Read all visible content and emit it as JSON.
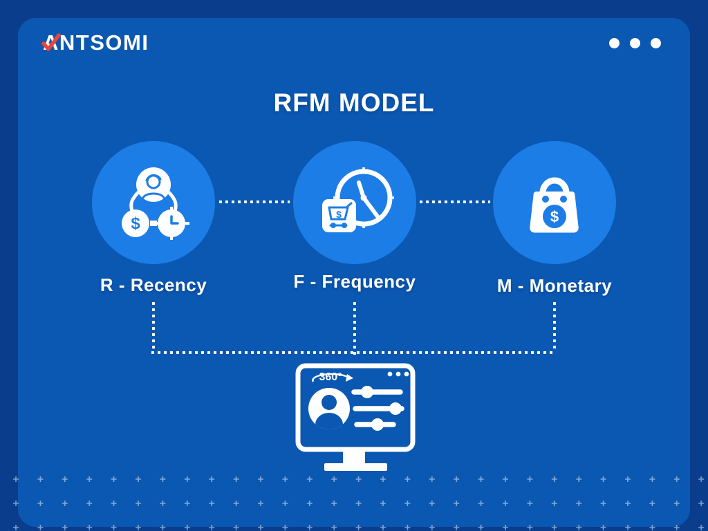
{
  "brand": {
    "name": "ANTSOMI",
    "logo_accent_icon": "red-checkmark-icon"
  },
  "header": {
    "menu_icon": "ellipsis-menu-icon"
  },
  "title": "RFM MODEL",
  "nodes": [
    {
      "key": "R",
      "label": "R - Recency",
      "icon": "customer-dollar-clock-icon"
    },
    {
      "key": "F",
      "label": "F - Frequency",
      "icon": "shopping-cart-clock-icon"
    },
    {
      "key": "M",
      "label": "M - Monetary",
      "icon": "money-shopping-bag-icon"
    }
  ],
  "glyphs": {
    "dollar": "$"
  },
  "monitor": {
    "degree_label": "360°",
    "icon": "customer-360-dashboard-icon"
  },
  "colors": {
    "background": "#0a3e8c",
    "card": "#0b58b2",
    "node_circle": "#1d7de6",
    "logo_accent": "#e8453c",
    "foreground": "#ffffff"
  }
}
